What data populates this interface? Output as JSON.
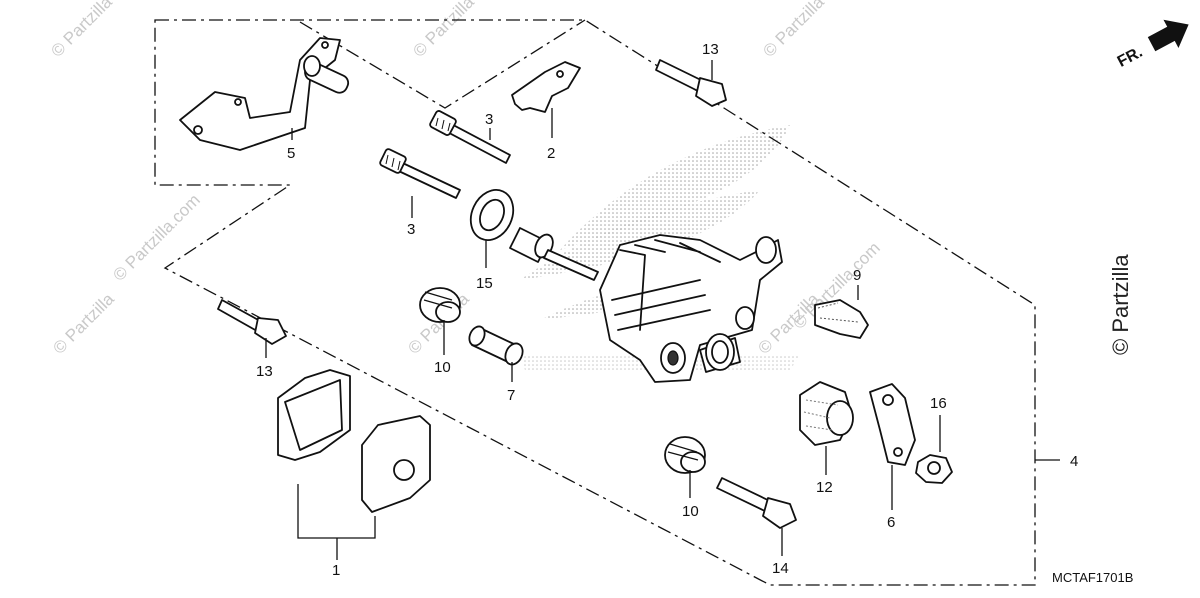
{
  "diagram": {
    "orientation_label": "FR.",
    "diagram_code": "MCTAF1701B",
    "watermark": "© Partzilla",
    "watermark_side": "© Partzilla.com",
    "callouts": [
      "1",
      "2",
      "3",
      "3",
      "4",
      "5",
      "6",
      "7",
      "9",
      "10",
      "10",
      "12",
      "13",
      "13",
      "14",
      "15",
      "16"
    ]
  }
}
